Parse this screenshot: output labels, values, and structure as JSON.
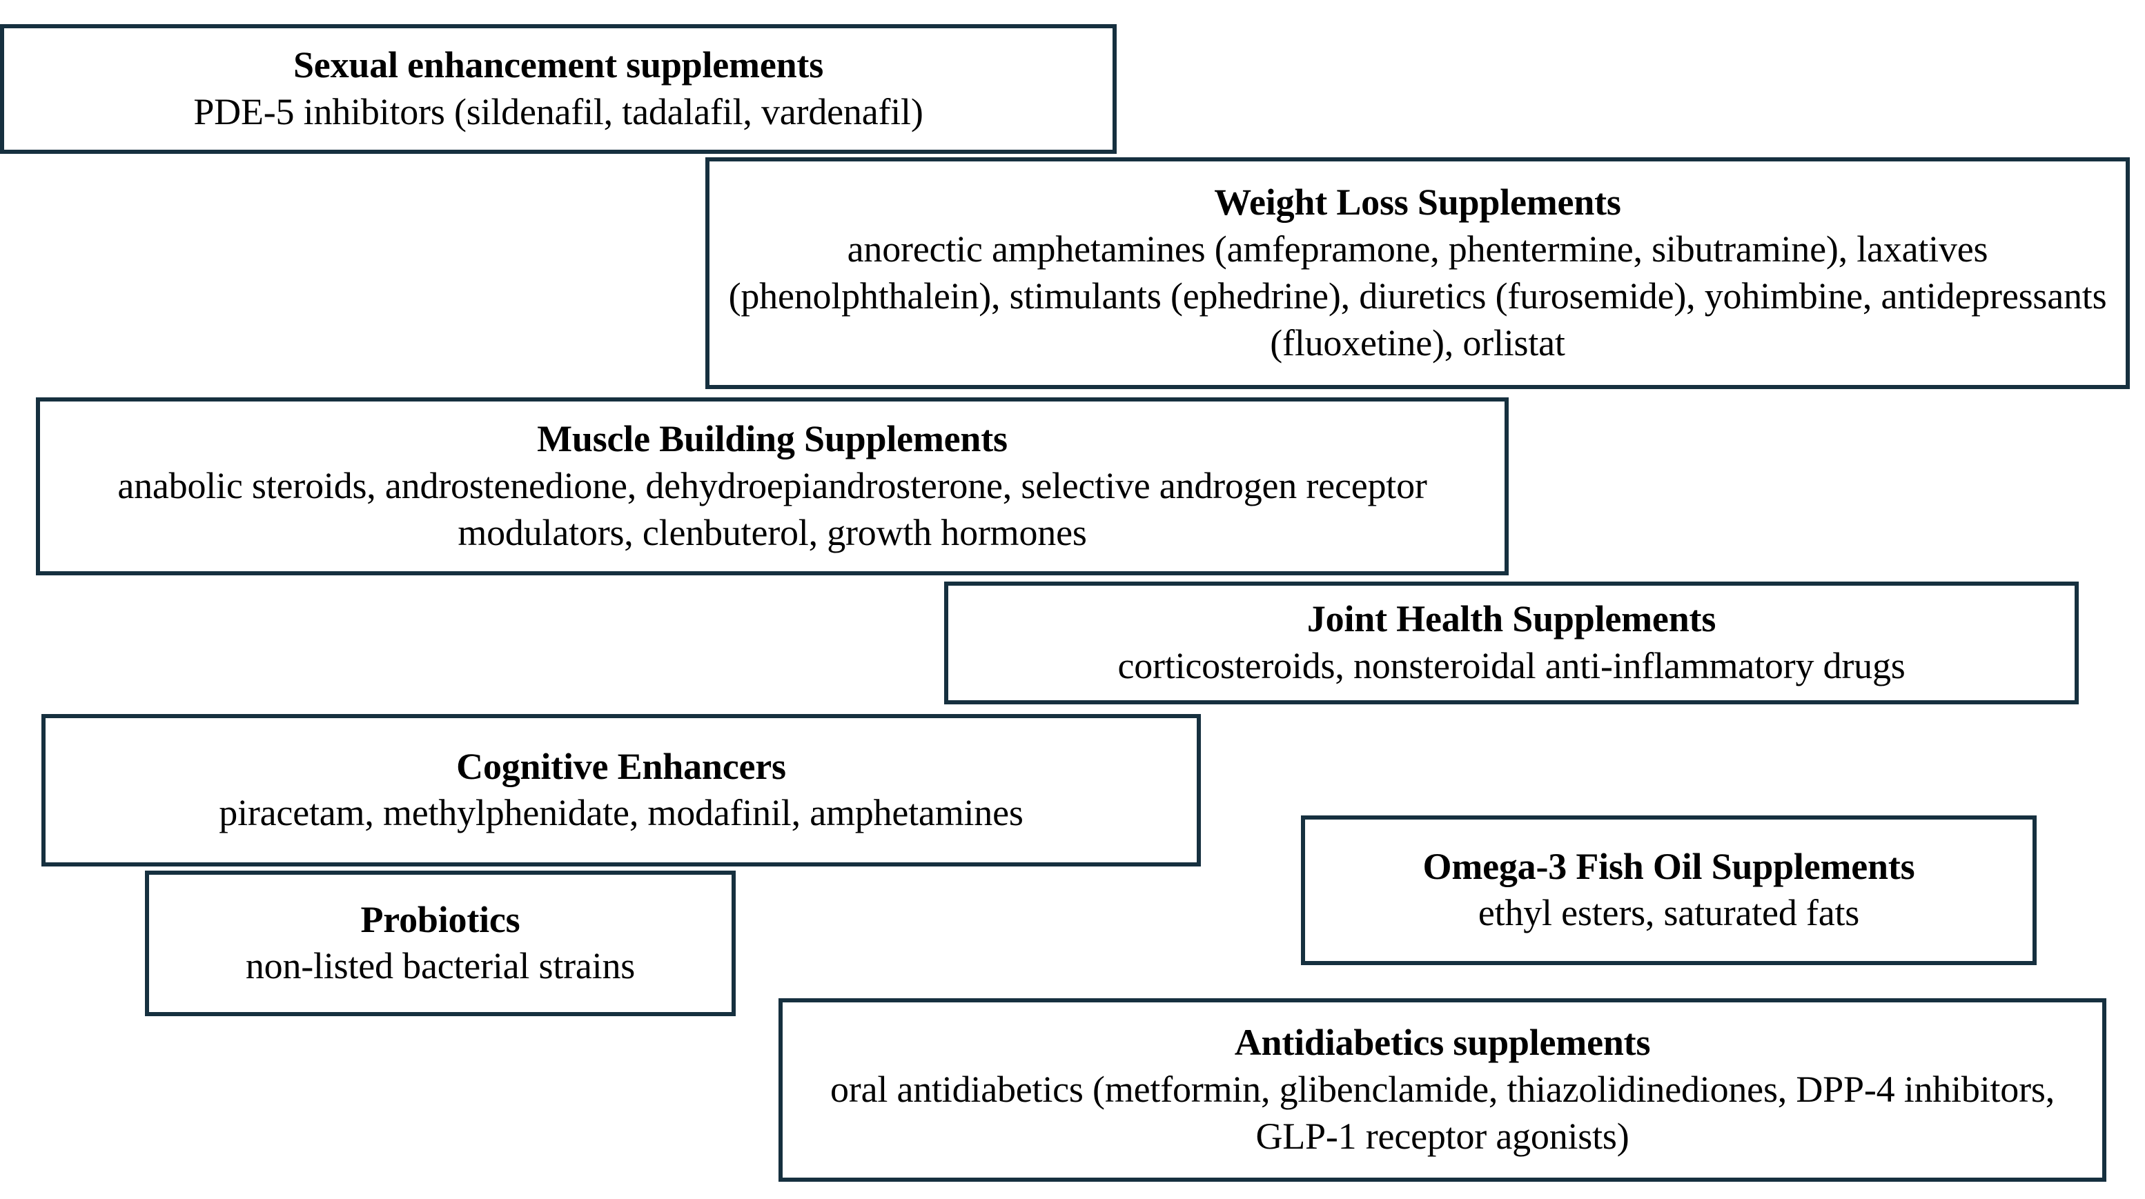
{
  "diagram": {
    "type": "staggered-box-list",
    "border_color": "#16303f",
    "background_color": "#ffffff",
    "text_color": "#000000",
    "boxes": [
      {
        "id": "sexual-enhancement",
        "title": "Sexual enhancement supplements",
        "body": "PDE-5 inhibitors (sildenafil, tadalafil, vardenafil)"
      },
      {
        "id": "weight-loss",
        "title": "Weight Loss Supplements",
        "body": "anorectic amphetamines (amfepramone, phentermine, sibutramine), laxatives (phenolphthalein), stimulants (ephedrine), diuretics (furosemide), yohimbine, antidepressants (fluoxetine), orlistat"
      },
      {
        "id": "muscle-building",
        "title": "Muscle Building Supplements",
        "body": "anabolic steroids, androstenedione, dehydroepiandrosterone, selective androgen receptor modulators, clenbuterol, growth hormones"
      },
      {
        "id": "joint-health",
        "title": "Joint Health Supplements",
        "body": "corticosteroids, nonsteroidal anti-inflammatory drugs"
      },
      {
        "id": "cognitive-enhancers",
        "title": "Cognitive Enhancers",
        "body": "piracetam, methylphenidate, modafinil, amphetamines"
      },
      {
        "id": "probiotics",
        "title": "Probiotics",
        "body": "non-listed bacterial strains"
      },
      {
        "id": "omega3",
        "title": "Omega-3 Fish Oil Supplements",
        "body": "ethyl esters, saturated fats"
      },
      {
        "id": "antidiabetics",
        "title": "Antidiabetics supplements",
        "body": "oral antidiabetics (metformin, glibenclamide, thiazolidinediones, DPP-4 inhibitors, GLP-1 receptor agonists)"
      }
    ]
  }
}
